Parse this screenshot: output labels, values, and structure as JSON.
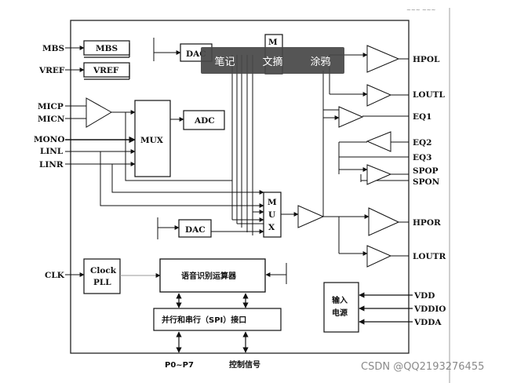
{
  "diagram": {
    "inputs": {
      "mbs": "MBS",
      "vref": "VREF",
      "micp": "MICP",
      "micn": "MICN",
      "mono": "MONO",
      "linl": "LINL",
      "linr": "LINR",
      "clk": "CLK"
    },
    "outputs": {
      "hpol": "HPOL",
      "loutl": "LOUTL",
      "eq1": "EQ1",
      "eq2": "EQ2",
      "eq3": "EQ3",
      "spop": "SPOP",
      "spon": "SPON",
      "hpor": "HPOR",
      "loutr": "LOUTR",
      "vdd": "VDD",
      "vddio": "VDDIO",
      "vdda": "VDDA"
    },
    "blocks": {
      "mbs": "MBS",
      "vref": "VREF",
      "mux_left": "MUX",
      "adc": "ADC",
      "dac_top": "DAC",
      "mux_top_letter": "M",
      "mux_right_letters": [
        "M",
        "U",
        "X"
      ],
      "dac_bottom": "DAC",
      "clock_pll_line1": "Clock",
      "clock_pll_line2": "PLL",
      "speech_processor": "语音识别运算器",
      "spi_interface": "并行和串行（SPI）接口",
      "power_line1": "输入",
      "power_line2": "电源"
    },
    "bottom": {
      "p0_p7": "P0~P7",
      "control": "控制信号"
    }
  },
  "toolbar": {
    "notes": "笔记",
    "excerpt": "文摘",
    "doodle": "涂鸦"
  },
  "watermark": "CSDN @QQ2193276455",
  "top_right_text": "~~~ ~~~"
}
